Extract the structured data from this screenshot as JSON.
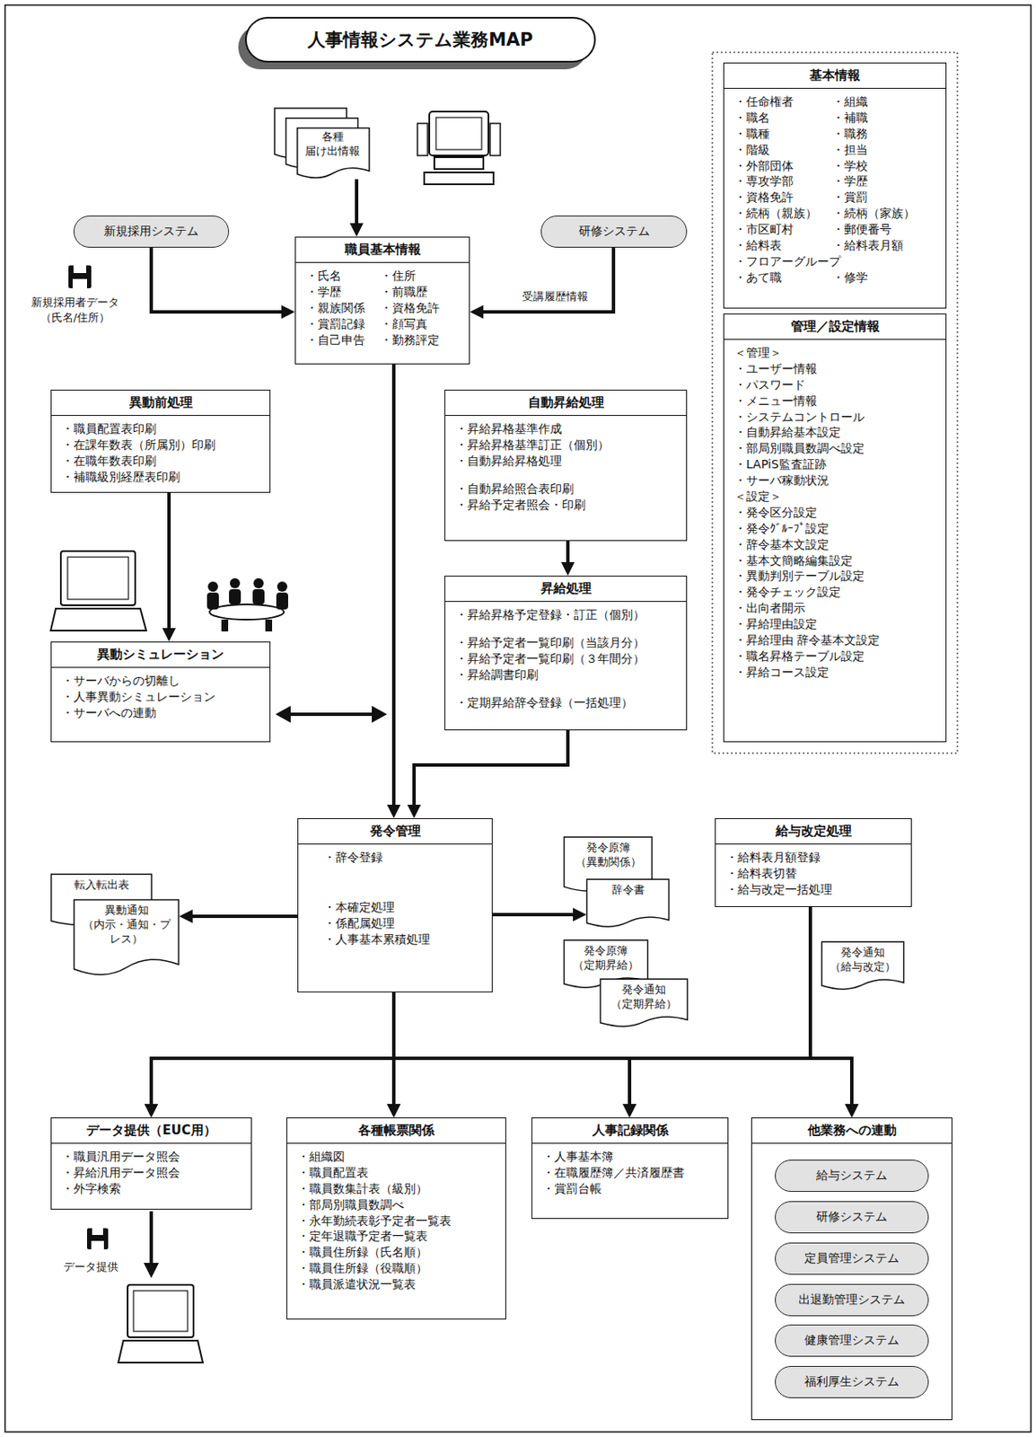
{
  "diagram": {
    "title": "人事情報システム業務MAP",
    "nodes": [
      {
        "text": [
          "各種 届け出情報"
        ]
      },
      {
        "text": [
          "新規採用システム"
        ]
      },
      {
        "text": [
          "研修システム"
        ]
      },
      {
        "text": [
          "職員基本情報",
          "・氏名",
          "・住所",
          "・学歴",
          "・前職歴",
          "・親族関係",
          "・資格免許",
          "・賞罰記録",
          "・顔写真",
          "・自己申告",
          "・勤務評定"
        ]
      },
      {
        "text": [
          "基本情報",
          "・任命権者",
          "・組織",
          "・職名",
          "・補職",
          "・職種",
          "・職務",
          "・階級",
          "・担当",
          "・外部団体",
          "・学校",
          "・専攻学部",
          "・学歴",
          "・資格免許",
          "・賞罰",
          "・続柄（親族）",
          "・続柄（家族）",
          "・市区町村",
          "・郵便番号",
          "・給料表",
          "・給料表月額",
          "・フロアーグループ",
          "・あて職",
          "・修学"
        ]
      },
      {
        "text": [
          "管理／設定情報",
          "＜管理＞",
          "・ユーザー情報",
          "・パスワード",
          "・メニュー情報",
          "・システムコントロール",
          "・自動昇給基本設定",
          "・部局別職員数調べ設定",
          "・LAPiS監査証跡",
          "・サーバ稼動状況",
          "＜設定＞",
          "・発令区分設定",
          "・発令ｸﾞﾙｰﾌﾟ設定",
          "・辞令基本文設定",
          "・基本文簡略編集設定",
          "・異動判別テーブル設定",
          "・発令チェック設定",
          "・出向者開示",
          "・昇給理由設定",
          "・昇給理由 辞令基本文設定",
          "・職名昇格テーブル設定",
          "・昇給コース設定"
        ]
      },
      {
        "text": [
          "異動前処理",
          "・職員配置表印刷",
          "・在課年数表（所属別）印刷",
          "・在職年数表印刷",
          "・補職級別経歴表印刷"
        ]
      },
      {
        "text": [
          "自動昇給処理",
          "・昇給昇格基準作成",
          "・昇給昇格基準訂正（個別）",
          "・自動昇給昇格処理",
          "・自動昇給照合表印刷",
          "・昇給予定者照会・印刷"
        ]
      },
      {
        "text": [
          "異動シミュレーション",
          "・サーバからの切離し",
          "・人事異動シミュレーション",
          "・サーバへの連動"
        ]
      },
      {
        "text": [
          "昇給処理",
          "・昇給昇格予定登録・訂正（個別）",
          "・昇給予定者一覧印刷（当該月分）",
          "・昇給予定者一覧印刷（３年間分）",
          "・昇給調書印刷",
          "・定期昇給辞令登録（一括処理）"
        ]
      },
      {
        "text": [
          "発令管理",
          "・辞令登録",
          "・本確定処理",
          "・係配属処理",
          "・人事基本累積処理"
        ]
      },
      {
        "text": [
          "給与改定処理",
          "・給料表月額登録",
          "・給料表切替",
          "・給与改定一括処理"
        ]
      },
      {
        "text": [
          "転入転出表"
        ]
      },
      {
        "text": [
          "異動通知",
          "（内示・通知・プレス）"
        ]
      },
      {
        "text": [
          "発令原簿 （異動関係）"
        ]
      },
      {
        "text": [
          "辞令書"
        ]
      },
      {
        "text": [
          "発令原簿 （定期昇給）"
        ]
      },
      {
        "text": [
          "発令通知 （定期昇給）"
        ]
      },
      {
        "text": [
          "発令通知 （給与改定）"
        ]
      },
      {
        "text": [
          "データ提供（EUC用）",
          "・職員汎用データ照会",
          "・昇給汎用データ照会",
          "・外字検索"
        ]
      },
      {
        "text": [
          "各種帳票関係",
          "・組織図",
          "・職員配置表",
          "・職員数集計表（級別）",
          "・部局別職員数調べ",
          "・永年勤続表彰予定者一覧表",
          "・定年退職予定者一覧表",
          "・職員住所録（氏名順）",
          "・職員住所録（役職順）",
          "・職員派遣状況一覧表"
        ]
      },
      {
        "text": [
          "人事記録関係",
          "・人事基本簿",
          "・在職履歴簿／共済履歴書",
          "・賞罰台帳"
        ]
      },
      {
        "text": [
          "他業務への連動"
        ]
      },
      {
        "text": [
          "給与システム"
        ],
        "in": 22
      },
      {
        "text": [
          "研修システム"
        ],
        "in": 22
      },
      {
        "text": [
          "定員管理システム"
        ],
        "in": 22
      },
      {
        "text": [
          "出退勤管理システム"
        ],
        "in": 22
      },
      {
        "text": [
          "健康管理システム"
        ],
        "in": 22
      },
      {
        "text": [
          "福利厚生システム"
        ],
        "in": 22
      }
    ],
    "edges": [
      {
        "from": 0,
        "to": 3,
        "arrow": "to"
      },
      {
        "from": 1,
        "to": 3,
        "arrow": "to"
      },
      {
        "from": 2,
        "to": 3,
        "label": "受講履歴情報",
        "arrow": "to"
      },
      {
        "from": 3,
        "to": 10,
        "arrow": "to"
      },
      {
        "from": 6,
        "to": 8,
        "arrow": "to"
      },
      {
        "from": 7,
        "to": 9,
        "arrow": "to"
      },
      {
        "from": 9,
        "to": 10,
        "arrow": "to"
      },
      {
        "from": 10,
        "to": 13,
        "arrow": "to"
      },
      {
        "from": 10,
        "to": 15,
        "arrow": "to"
      },
      {
        "from": 10,
        "to": 19,
        "arrow": "to"
      },
      {
        "from": 10,
        "to": 20,
        "arrow": "to"
      },
      {
        "from": 10,
        "to": 21,
        "arrow": "to"
      },
      {
        "from": 10,
        "to": 22,
        "arrow": "to"
      },
      {
        "from": 11,
        "to": 19,
        "arrow": "to"
      },
      {
        "from": 11,
        "to": 20,
        "arrow": "to"
      },
      {
        "from": 11,
        "to": 21,
        "arrow": "to"
      },
      {
        "from": 11,
        "to": 22,
        "arrow": "to"
      }
    ],
    "labels": [
      "新規採用者データ （氏名/住所）",
      "データ提供"
    ]
  }
}
